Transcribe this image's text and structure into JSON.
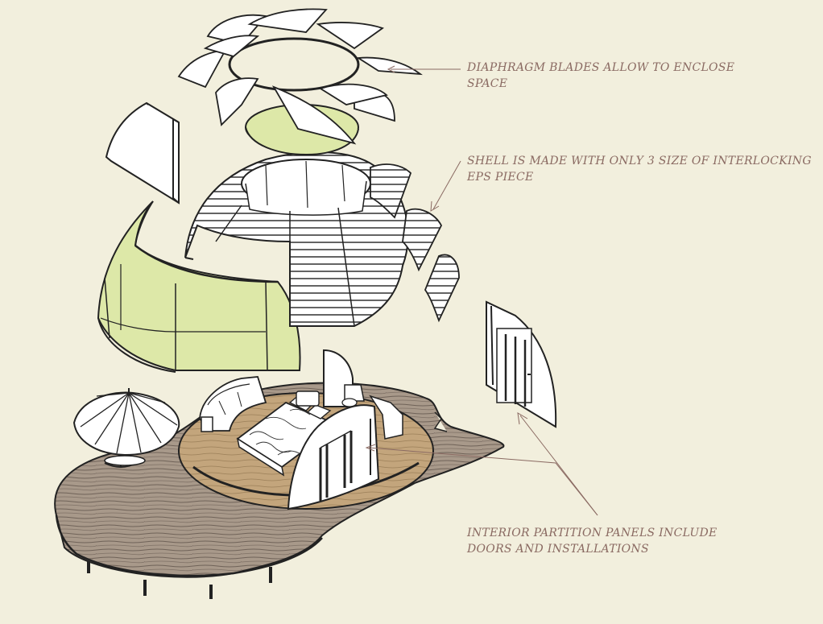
{
  "labels": {
    "diaphragm": {
      "line1": "DIAPHRAGM BLADES ALLOW TO ENCLOSE",
      "line2": "SPACE"
    },
    "shell": {
      "line1": "SHELL IS MADE WITH ONLY 3 SIZE OF INTERLOCKING",
      "line2": "EPS PIECE"
    },
    "partition": {
      "line1": "INTERIOR PARTITION PANELS INCLUDE",
      "line2": "DOORS AND INSTALLATIONS"
    }
  },
  "colors": {
    "background": "#f2efdd",
    "label_text": "#8a6a62",
    "leader_line": "#8a6a62",
    "shell_green": "#dde8a8",
    "deck_wood": "#a8998a",
    "floor_wood": "#c3a57c",
    "outline": "#1a1a1a",
    "panel_white": "#ffffff"
  },
  "icons": [
    "dome-diagram-illustration",
    "umbrella-icon",
    "bed-icon",
    "sofa-icon",
    "door-icon"
  ]
}
